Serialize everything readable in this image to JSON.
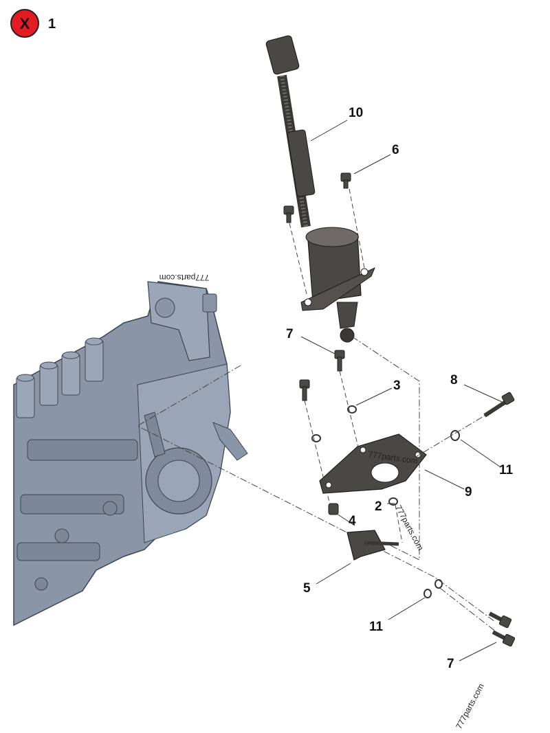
{
  "badge": {
    "symbol": "X",
    "number": "1",
    "color": "#e51b24"
  },
  "watermarks": [
    "777parts.com",
    "777parts.com",
    "777parts.com",
    "777parts.com"
  ],
  "callouts": {
    "c2": "2",
    "c3": "3",
    "c4": "4",
    "c5": "5",
    "c6": "6",
    "c7a": "7",
    "c7b": "7",
    "c8": "8",
    "c9": "9",
    "c10": "10",
    "c11a": "11",
    "c11b": "11"
  },
  "colors": {
    "pump": "#8a96a8",
    "pump_dark": "#5e6878",
    "part": "#4a4845",
    "part_light": "#6e6b66"
  }
}
